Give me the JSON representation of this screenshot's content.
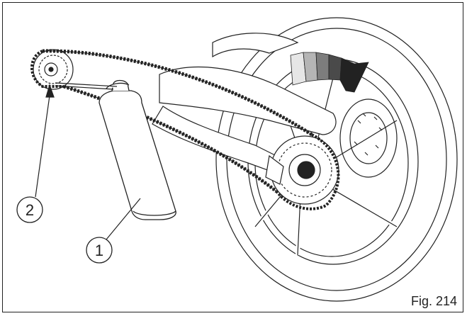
{
  "figure": {
    "label": "Fig. 214"
  },
  "callouts": [
    {
      "number": "1"
    },
    {
      "number": "2"
    }
  ],
  "colors": {
    "line": "#222222",
    "arrow_gradient": [
      "#e6e6e6",
      "#b5b5b5",
      "#7d7d7d",
      "#4a4a4a",
      "#222222"
    ]
  }
}
